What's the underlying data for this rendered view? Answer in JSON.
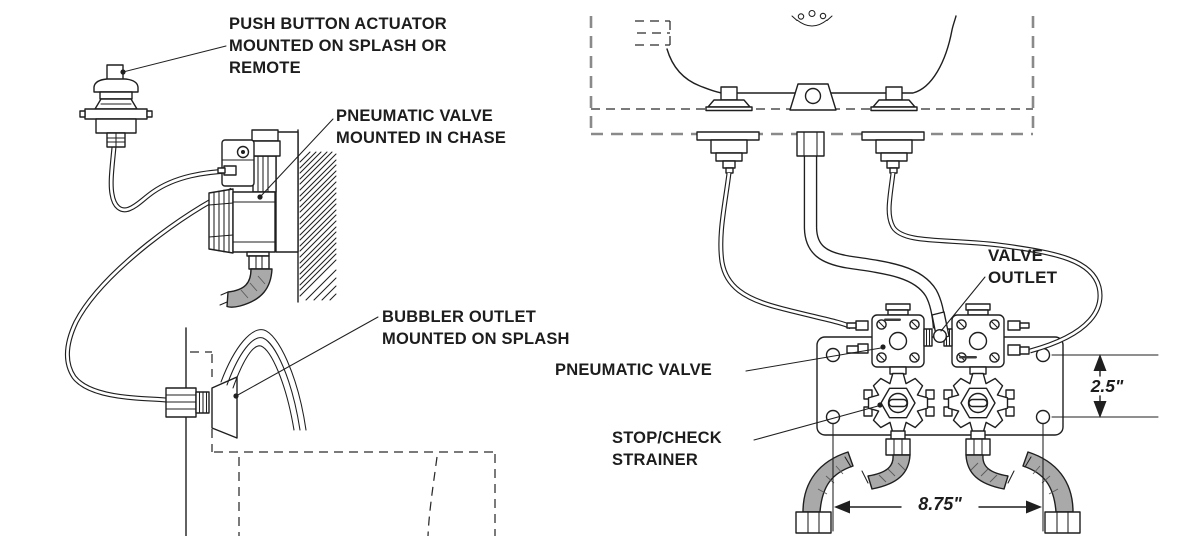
{
  "figure_left": {
    "labels": {
      "push_button_actuator": {
        "lines": [
          "PUSH BUTTON ACTUATOR",
          "MOUNTED ON SPLASH OR",
          "REMOTE"
        ]
      },
      "pneumatic_valve_chase": {
        "lines": [
          "PNEUMATIC VALVE",
          "MOUNTED IN CHASE"
        ]
      },
      "bubbler_outlet": {
        "lines": [
          "BUBBLER OUTLET",
          "MOUNTED ON SPLASH"
        ]
      }
    }
  },
  "figure_right": {
    "labels": {
      "valve_outlet": {
        "lines": [
          "VALVE",
          "OUTLET"
        ]
      },
      "pneumatic_valve": {
        "lines": [
          "PNEUMATIC VALVE"
        ]
      },
      "stop_check_strainer": {
        "lines": [
          "STOP/CHECK",
          "STRAINER"
        ]
      }
    },
    "dimensions": {
      "plate_hole_vertical_spacing": "2.5\"",
      "plate_hole_horizontal_spacing": "8.75\""
    }
  },
  "colors": {
    "ink": "#1f1f1f",
    "hose_gray": "#a9a9a9",
    "counter_dash_gray": "#8a8a8a",
    "background": "#ffffff"
  }
}
